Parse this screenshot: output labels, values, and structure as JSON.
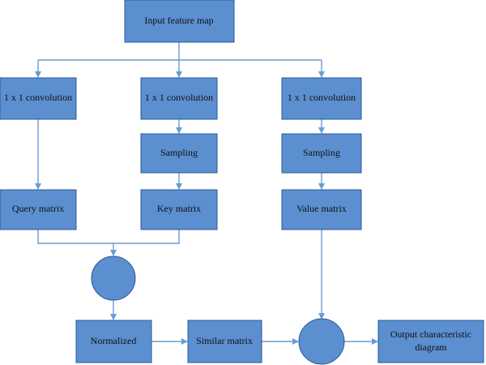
{
  "nodes": {
    "input": "Input feature map",
    "conv1": "1 x 1 convolution",
    "conv2": "1 x 1 convolution",
    "conv3": "1 x 1 convolution",
    "sampling_key": "Sampling",
    "sampling_value": "Sampling",
    "query": "Query matrix",
    "key": "Key matrix",
    "value": "Value matrix",
    "normalized": "Normalized",
    "similar": "Similar matrix",
    "output_line1": "Output characteristic",
    "output_line2": "diagram"
  },
  "colors": {
    "box_fill": "#5b8fd0",
    "box_stroke": "#2a5a98",
    "edge": "#6a9bd8"
  }
}
